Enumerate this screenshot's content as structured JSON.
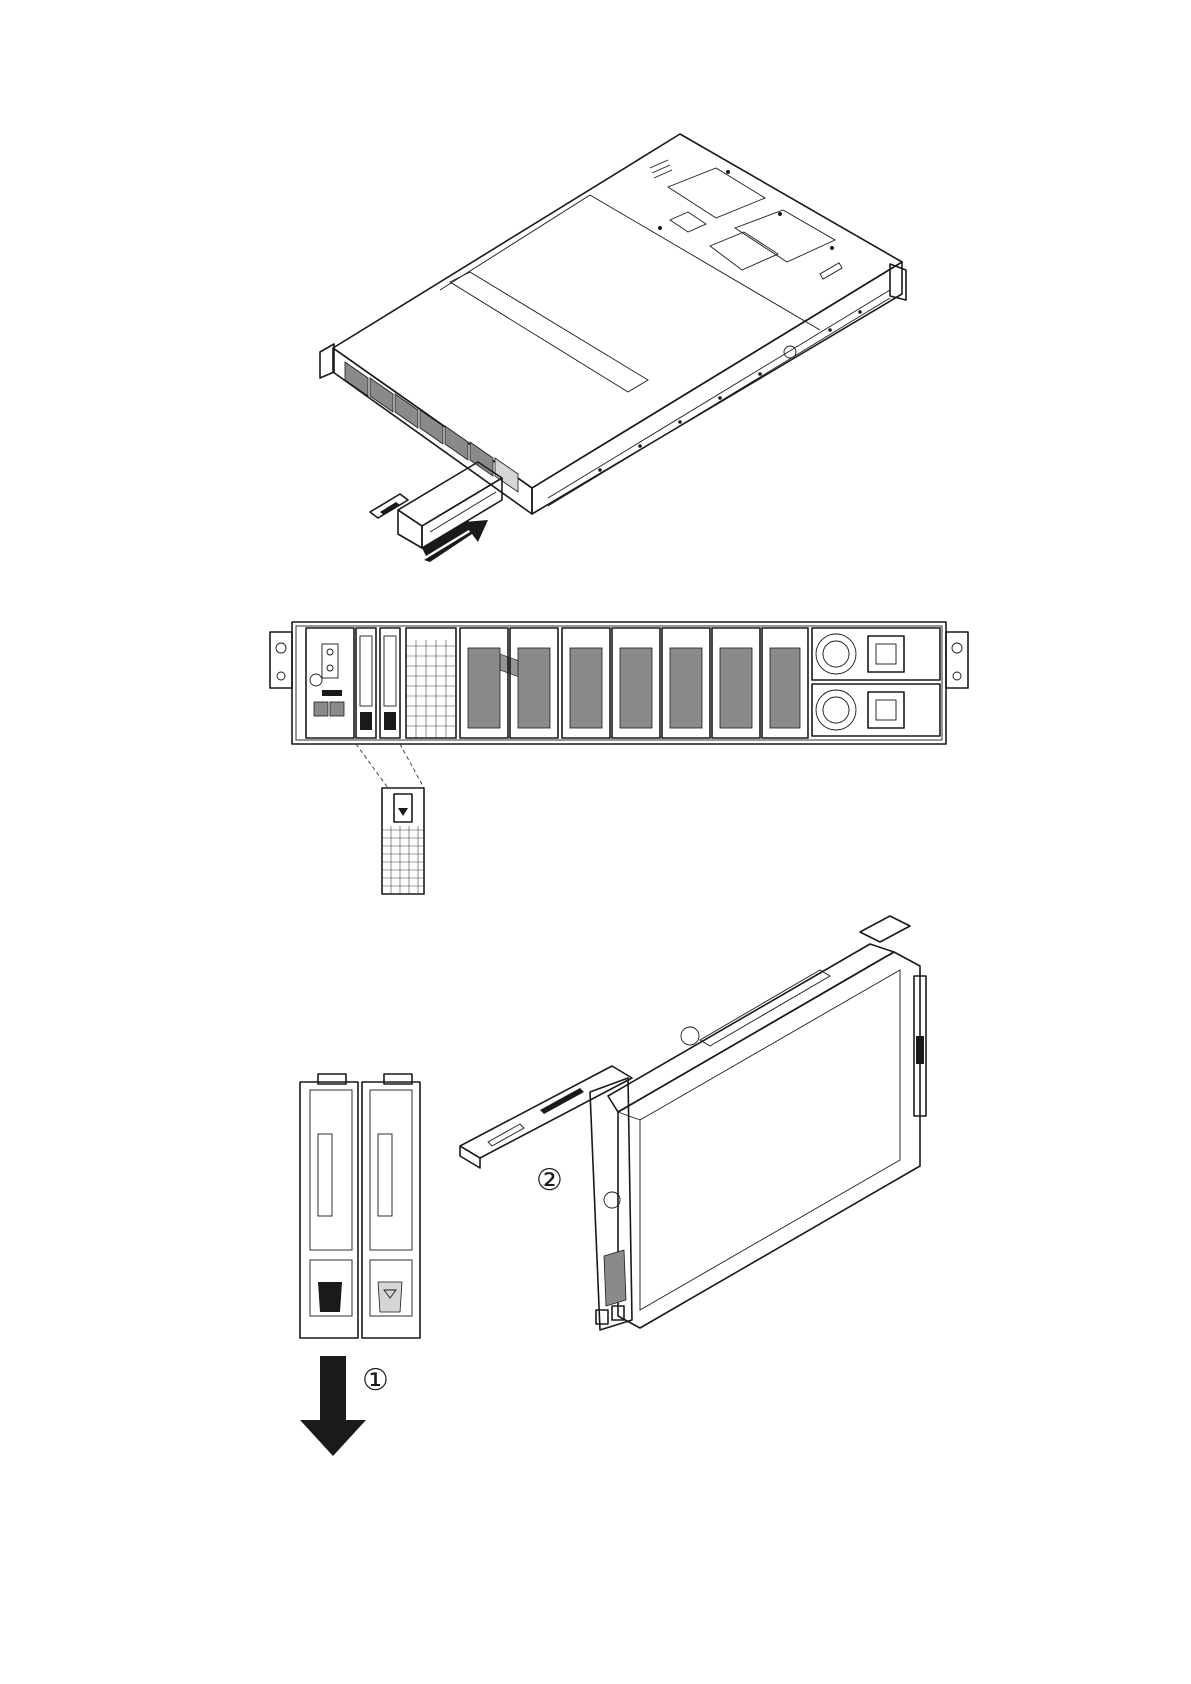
{
  "figure": {
    "steps": [
      {
        "id": "step-1",
        "label": "①"
      },
      {
        "id": "step-2",
        "label": "②"
      }
    ]
  }
}
